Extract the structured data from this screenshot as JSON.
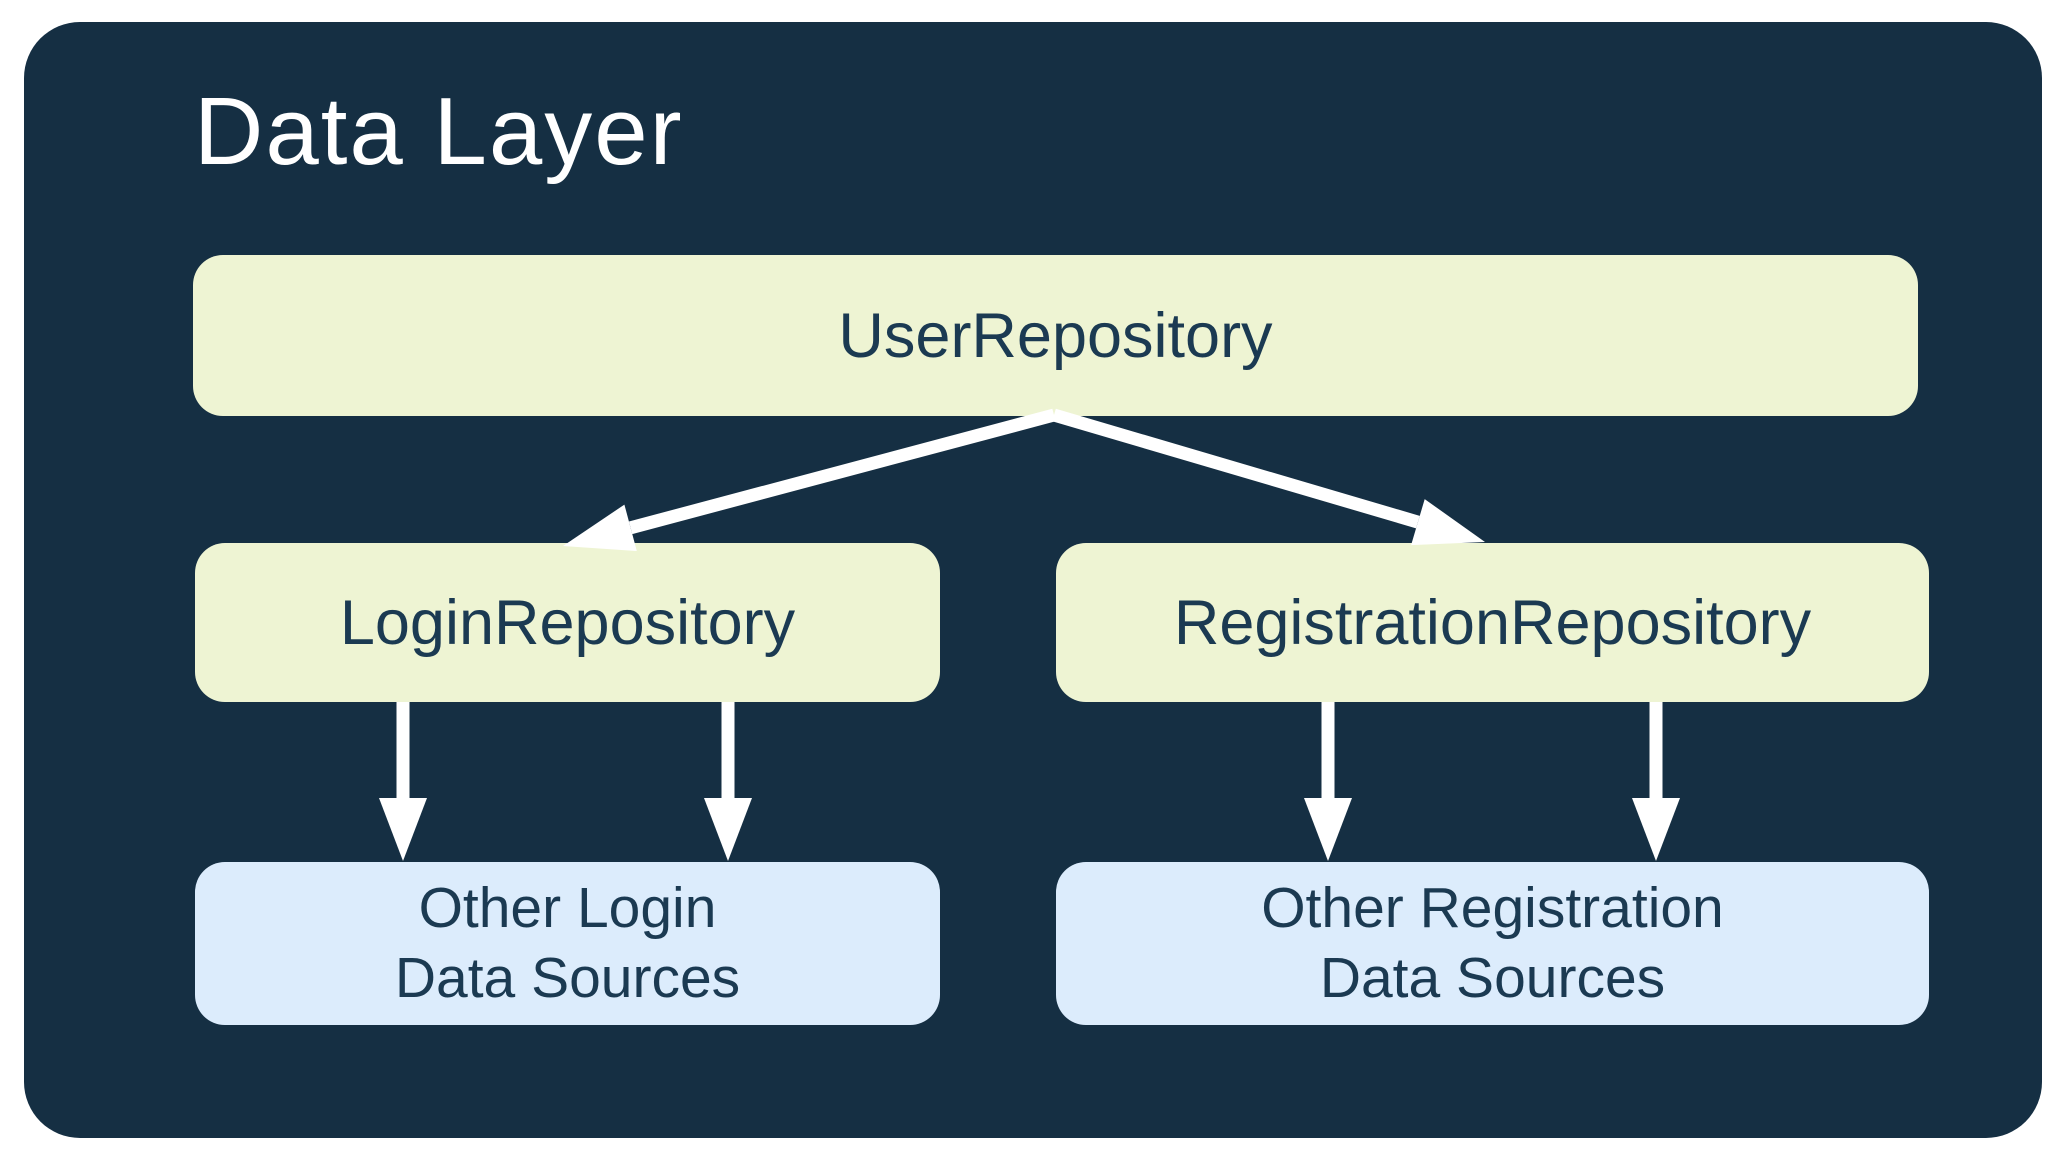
{
  "diagram": {
    "title": "Data Layer",
    "colors": {
      "background": "#ffffff",
      "container": "#152f43",
      "repository_box": "#eef4d3",
      "data_source_box": "#dcecfc",
      "box_text": "#1b3a52",
      "title_text": "#ffffff",
      "arrow": "#ffffff"
    },
    "nodes": {
      "user_repository": {
        "label": "UserRepository"
      },
      "login_repository": {
        "label": "LoginRepository"
      },
      "registration_repository": {
        "label": "RegistrationRepository"
      },
      "other_login_sources": {
        "label_line1": "Other Login",
        "label_line2": "Data Sources"
      },
      "other_registration_sources": {
        "label_line1": "Other Registration",
        "label_line2": "Data Sources"
      }
    },
    "edges": [
      {
        "from": "UserRepository",
        "to": "LoginRepository",
        "arrows": 1
      },
      {
        "from": "UserRepository",
        "to": "RegistrationRepository",
        "arrows": 1
      },
      {
        "from": "LoginRepository",
        "to": "Other Login Data Sources",
        "arrows": 2
      },
      {
        "from": "RegistrationRepository",
        "to": "Other Registration Data Sources",
        "arrows": 2
      }
    ]
  }
}
